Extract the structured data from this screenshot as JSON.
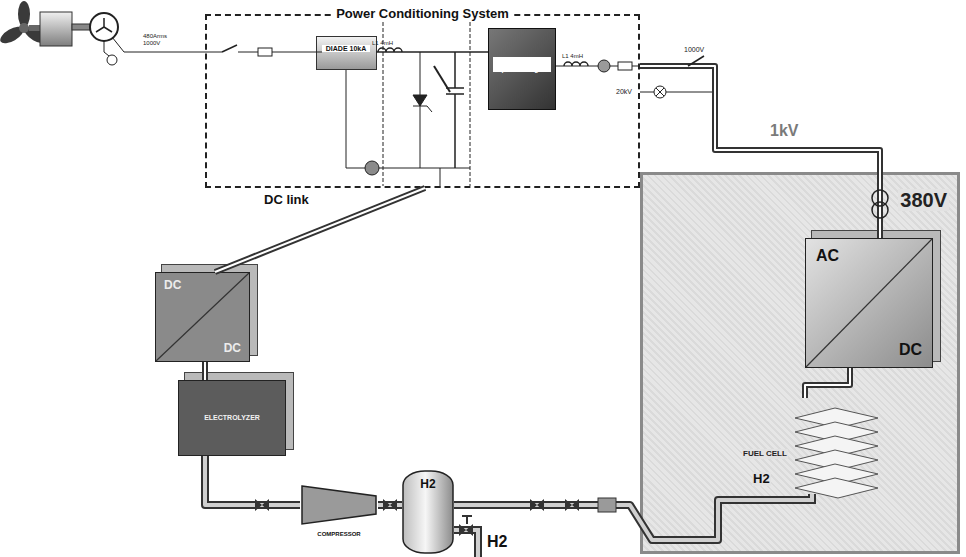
{
  "diagram": {
    "nodes": [
      {
        "text": [
          "Power Conditioning System"
        ]
      },
      {
        "text": [
          "DIADE 10kA"
        ],
        "in": 0
      },
      {
        "text": [
          "multi-level power stage"
        ],
        "in": 0
      },
      {
        "text": [
          "DC",
          "DC"
        ]
      },
      {
        "text": [
          "ELECTROLYZER"
        ]
      },
      {
        "text": [
          "COMPRESSOR"
        ]
      },
      {
        "text": [
          "H2"
        ]
      },
      {
        "text": [
          "380V"
        ]
      },
      {
        "text": [
          "AC",
          "DC"
        ],
        "in": 7
      },
      {
        "text": [
          "FUEL CELL"
        ],
        "in": 7
      }
    ],
    "edges": [
      {
        "from": 0,
        "to": 3,
        "arrow": "none",
        "label": "DC link"
      },
      {
        "from": 1,
        "to": 2,
        "arrow": "none"
      },
      {
        "from": 3,
        "to": 4,
        "arrow": "none"
      },
      {
        "from": 4,
        "to": 5,
        "arrow": "none"
      },
      {
        "from": 5,
        "to": 6,
        "arrow": "none"
      },
      {
        "from": 6,
        "to": 9,
        "arrow": "none"
      },
      {
        "from": 0,
        "to": 8,
        "arrow": "none",
        "label": "1kV"
      },
      {
        "from": 8,
        "to": 9,
        "arrow": "none"
      }
    ],
    "labels": [
      "480Arms 1000V",
      "L1 4mH",
      "L1 4mH",
      "1000V",
      "20kV",
      "H2",
      "H2"
    ]
  }
}
